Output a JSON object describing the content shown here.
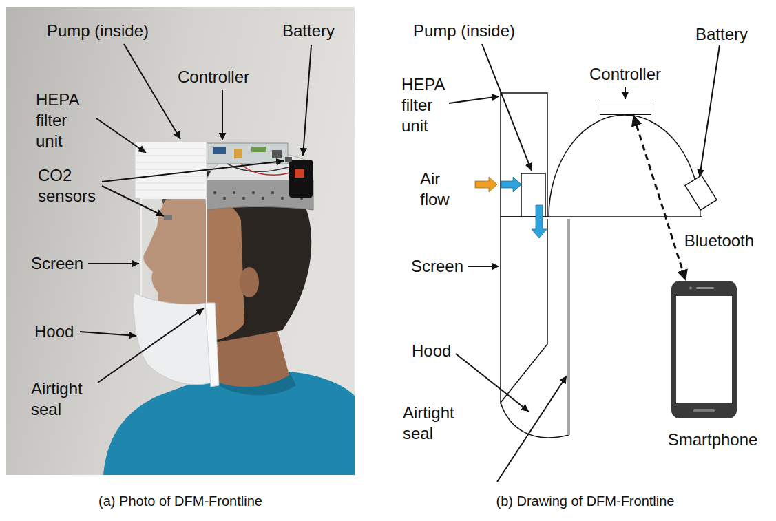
{
  "diagram": {
    "nodes": [
      {
        "text": [
          "Controller"
        ]
      },
      {
        "text": [
          "Smartphone"
        ]
      }
    ],
    "edges": [
      {
        "from": 0,
        "to": 1,
        "label": "Bluetooth",
        "arrow": "both"
      }
    ],
    "labels": [
      "Pump (inside)",
      "Controller",
      "Battery",
      "HEPA filter unit",
      "CO2 sensors",
      "Screen",
      "Hood",
      "Airtight seal",
      "Pump (inside)",
      "Battery",
      "HEPA filter unit",
      "Air flow",
      "Screen",
      "Hood",
      "Airtight seal",
      "(a) Photo of DFM-Frontline",
      "(b) Drawing of DFM-Frontline"
    ]
  }
}
